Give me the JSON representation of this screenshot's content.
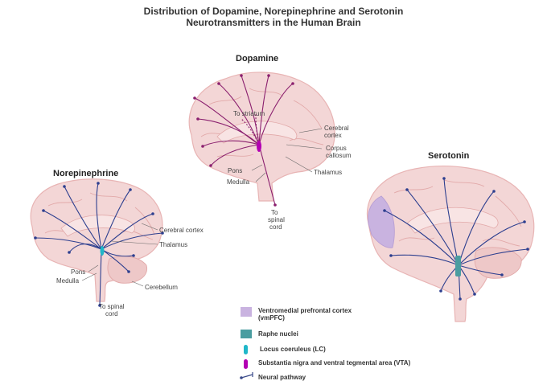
{
  "title_line1": "Distribution of Dopamine, Norepinephrine and Serotonin",
  "title_line2": "Neurotransmitters in the Human Brain",
  "brains": {
    "dopamine": {
      "title": "Dopamine",
      "labels": {
        "to_striatum": "To striatum",
        "cerebral_cortex_1": "Cerebral",
        "cerebral_cortex_2": "cortex",
        "corpus_callosum_1": "Corpus",
        "corpus_callosum_2": "callosum",
        "thalamus": "Thalamus",
        "pons": "Pons",
        "medulla": "Medulla",
        "to_spinal_cord_1": "To",
        "to_spinal_cord_2": "spinal",
        "to_spinal_cord_3": "cord"
      }
    },
    "norepinephrine": {
      "title": "Norepinephrine",
      "labels": {
        "cerebral_cortex": "Cerebral cortex",
        "thalamus": "Thalamus",
        "pons": "Pons",
        "medulla": "Medulla",
        "cerebellum": "Cerebellum",
        "to_spinal_cord_1": "To spinal",
        "to_spinal_cord_2": "cord"
      }
    },
    "serotonin": {
      "title": "Serotonin"
    }
  },
  "legend": [
    {
      "label": "Ventromedial prefrontal cortex",
      "label2": "(vmPFC)",
      "color": "#c9b3e0"
    },
    {
      "label": "Raphe nuclei",
      "color": "#4a9da0"
    },
    {
      "label": "Locus coeruleus (LC)",
      "color": "#1fb7c9"
    },
    {
      "label": "Substantia nigra and ventral tegmental area (VTA)",
      "color": "#b300b3"
    },
    {
      "label": "Neural pathway",
      "color": "#3a4a8a"
    }
  ],
  "colors": {
    "brain_fill": "#f3d6d6",
    "brain_stroke": "#e8b4b4",
    "dopamine_path": "#8a1f6e",
    "norepinephrine_path": "#2d3f8f",
    "serotonin_path": "#2d3f8f"
  }
}
